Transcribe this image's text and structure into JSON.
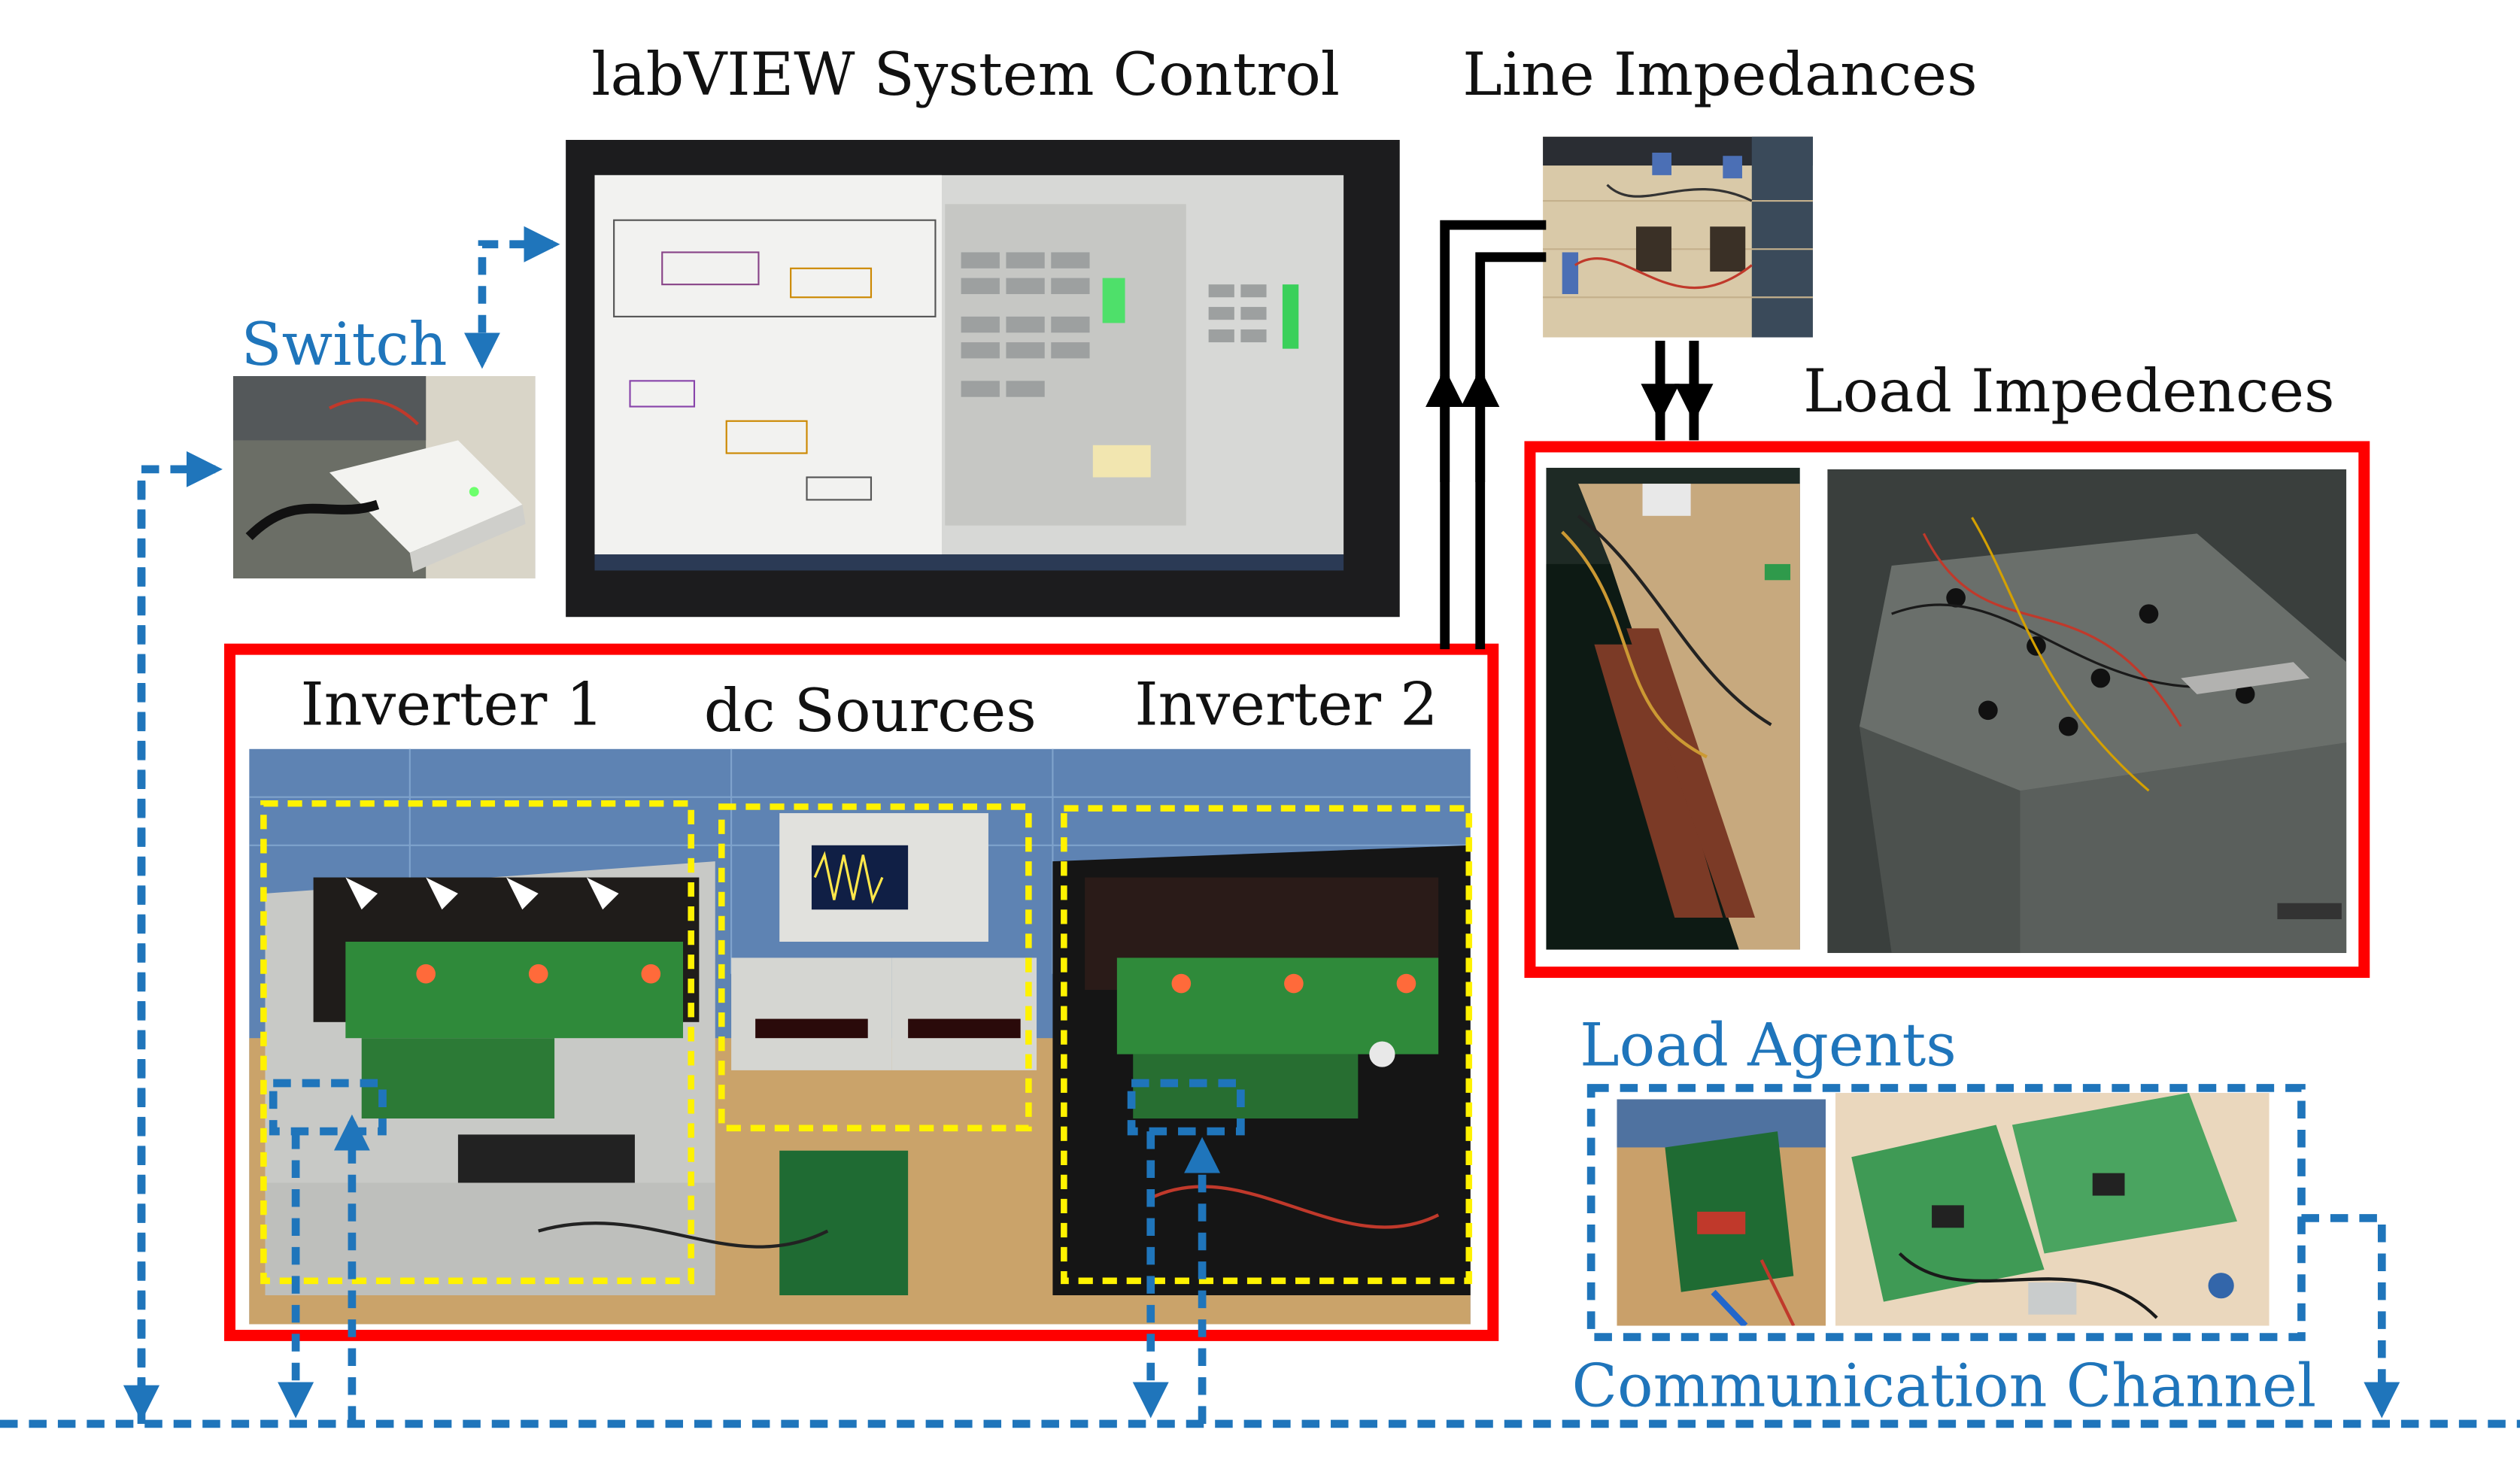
{
  "labels": {
    "system_control": "labVIEW System Control",
    "line_impedances": "Line Impedances",
    "switch": "Switch",
    "load_impedences": "Load Impedences",
    "inverter1": "Inverter 1",
    "dc_sources": "dc Sources",
    "inverter2": "Inverter 2",
    "load_agents": "Load Agents",
    "communication_channel": "Communication Channel"
  },
  "colors": {
    "communication_blue": "#1f75bb",
    "group_red": "#ff0000",
    "subsystem_yellow": "#fff200",
    "power_line_black": "#000000"
  }
}
